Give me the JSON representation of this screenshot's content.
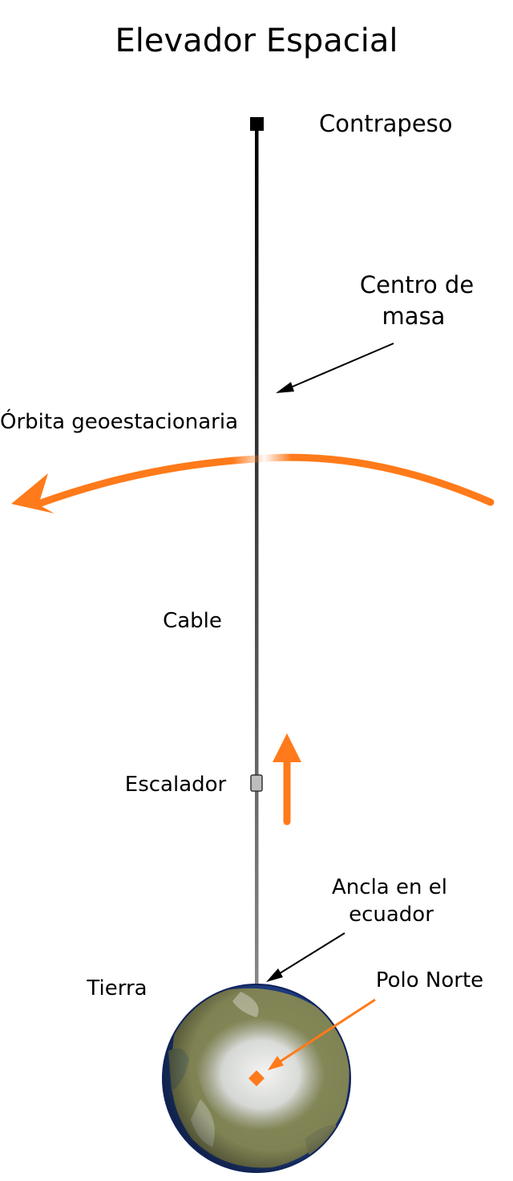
{
  "title": "Elevador Espacial",
  "labels": {
    "counterweight": "Contrapeso",
    "center_of_mass_line1": "Centro de",
    "center_of_mass_line2": "masa",
    "geo_orbit": "Órbita geoestacionaria",
    "cable": "Cable",
    "climber": "Escalador",
    "anchor_line1": "Ancla en el",
    "anchor_line2": "ecuador",
    "earth": "Tierra",
    "north_pole": "Polo Norte"
  },
  "colors": {
    "accent_orange": "#ff7a1a",
    "cable": "#000000",
    "earth_ocean": "#1f3f86",
    "earth_land": "#8a8d5a",
    "earth_ice": "#e6e8e6"
  }
}
